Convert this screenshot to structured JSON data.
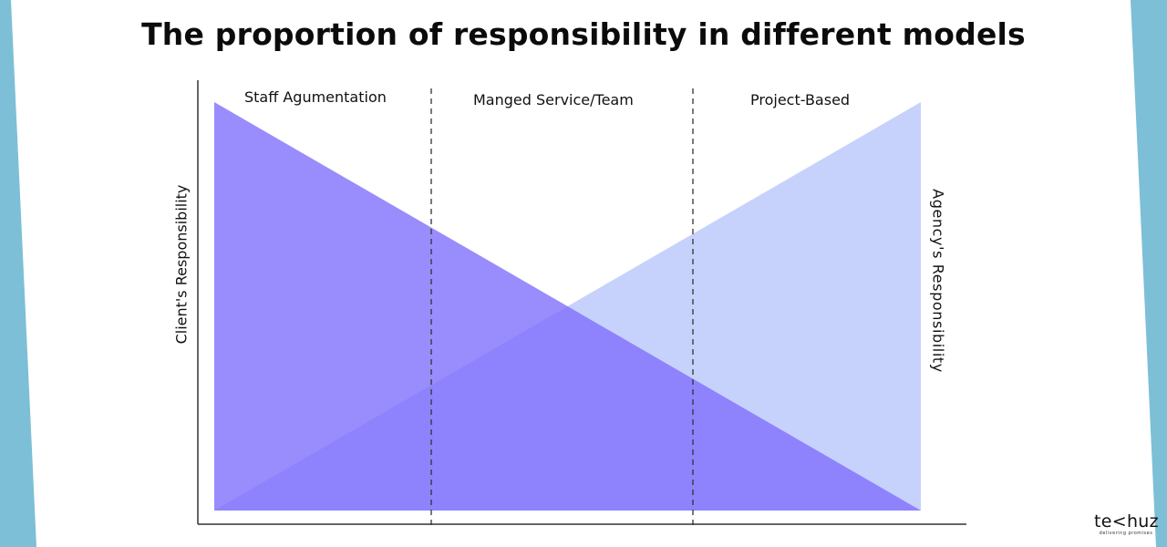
{
  "title": "The proportion of responsibility in different models",
  "sections": [
    {
      "label": "Staff Agumentation"
    },
    {
      "label": "Manged Service/Team"
    },
    {
      "label": "Project-Based"
    }
  ],
  "axes": {
    "left_label": "Client's Responsibility",
    "right_label": "Agency's Responsibility"
  },
  "logo": {
    "name": "te<huz",
    "tagline": "delivering promises"
  },
  "colors": {
    "client_area": "#7f6ffb",
    "agency_area": "#b6c5fb",
    "accent_band": "#7dbfd6",
    "divider": "#333333",
    "axis": "#333333"
  }
}
